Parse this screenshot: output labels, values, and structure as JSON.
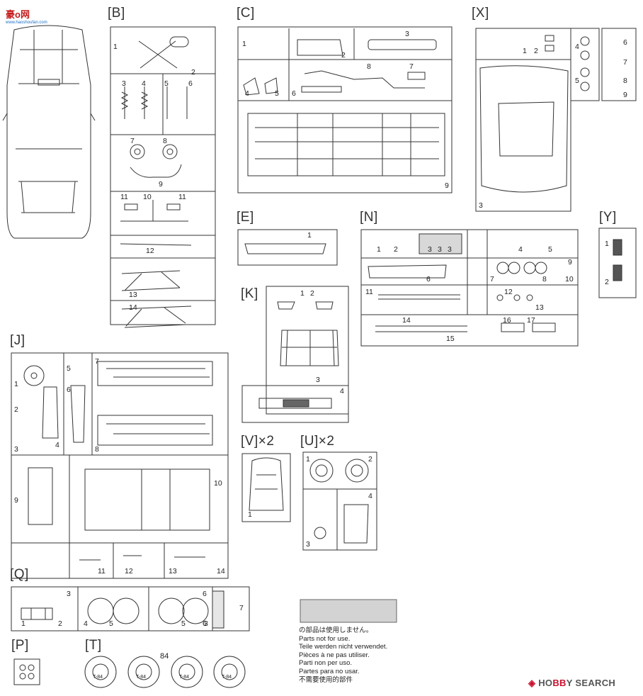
{
  "site_logo": {
    "line1": "豪o网",
    "line2": "www.haoshoufan.com"
  },
  "runners": {
    "B": "[B]",
    "C": "[C]",
    "X": "[X]",
    "E": "[E]",
    "N": "[N]",
    "Y": "[Y]",
    "K": "[K]",
    "J": "[J]",
    "V": "[V]×2",
    "U": "[U]×2",
    "Q": "[Q]",
    "P": "[P]",
    "T": "[T]"
  },
  "tire_code": "84",
  "tire_marks": [
    "T-84",
    "T-84",
    "T-84",
    "T-84"
  ],
  "parts_not_for_use": [
    "の部品は使用しません。",
    "Parts not for use.",
    "Teile werden nicht verwendet.",
    "Pièces à ne pas utiliser.",
    "Parti non per uso.",
    "Partes para no usar.",
    "不需要使用的部件"
  ],
  "watermark": {
    "icon": "◈",
    "text_a": "HO",
    "text_b": "BB",
    "text_c": "Y SEARCH"
  },
  "part_numbers": {
    "B": [
      "1",
      "2",
      "3",
      "4",
      "5",
      "6",
      "7",
      "8",
      "9",
      "11",
      "10",
      "11",
      "12",
      "13",
      "14"
    ],
    "C": [
      "1",
      "2",
      "3",
      "8",
      "7",
      "4",
      "5",
      "6",
      "9"
    ],
    "X": [
      "1",
      "2",
      "4",
      "5",
      "6",
      "7",
      "8",
      "9",
      "3"
    ],
    "E": [
      "1"
    ],
    "N": [
      "1",
      "2",
      "3",
      "3",
      "3",
      "4",
      "5",
      "6",
      "9",
      "7",
      "8",
      "10",
      "11",
      "12",
      "13",
      "14",
      "15",
      "16",
      "17"
    ],
    "Y": [
      "1",
      "2"
    ],
    "K": [
      "1",
      "2",
      "3",
      "4"
    ],
    "J": [
      "1",
      "2",
      "3",
      "4",
      "5",
      "6",
      "7",
      "8",
      "9",
      "10",
      "11",
      "12",
      "13",
      "14"
    ],
    "V": [
      "1"
    ],
    "U": [
      "1",
      "2",
      "3",
      "4"
    ],
    "Q": [
      "1",
      "2",
      "3",
      "4",
      "5",
      "5",
      "3",
      "6",
      "7",
      "6"
    ]
  }
}
